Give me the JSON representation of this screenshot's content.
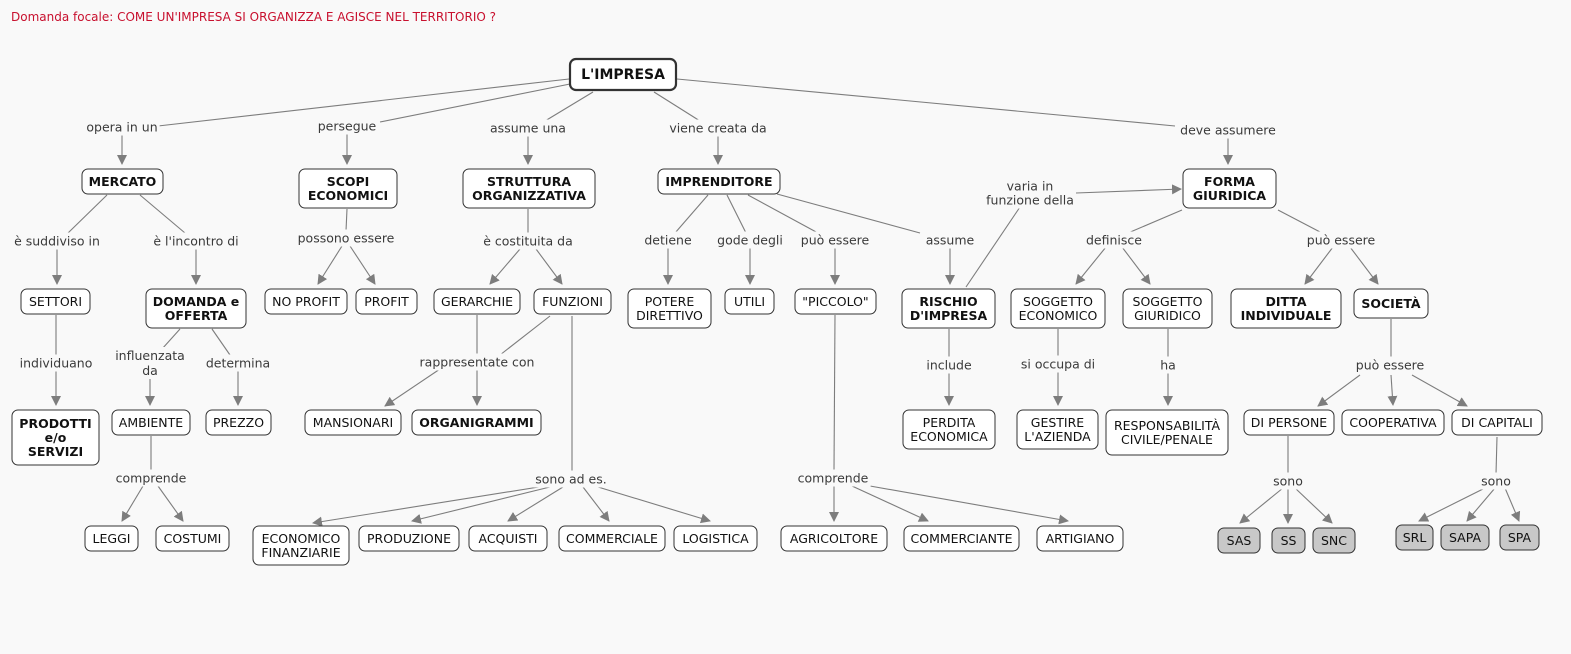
{
  "focal_question": "Domanda focale: COME UN'IMPRESA SI ORGANIZZA E AGISCE NEL TERRITORIO ?",
  "nodes": {
    "impresa": "L'IMPRESA",
    "mercato": "MERCATO",
    "scopi": "SCOPI\nECONOMICI",
    "struttura": "STRUTTURA\nORGANIZZATIVA",
    "imprenditore": "IMPRENDITORE",
    "forma": "FORMA\nGIURIDICA",
    "settori": "SETTORI",
    "domanda": "DOMANDA e\nOFFERTA",
    "noprofit": "NO PROFIT",
    "profit": "PROFIT",
    "gerarchie": "GERARCHIE",
    "funzioni": "FUNZIONI",
    "potere": "POTERE\nDIRETTIVO",
    "utili": "UTILI",
    "piccolo": "\"PICCOLO\"",
    "rischio": "RISCHIO\nD'IMPRESA",
    "soggeco": "SOGGETTO\nECONOMICO",
    "sogggiur": "SOGGETTO\nGIURIDICO",
    "ditta": "DITTA\nINDIVIDUALE",
    "societa": "SOCIETÀ",
    "prodotti": "PRODOTTI\ne/o\nSERVIZI",
    "ambiente": "AMBIENTE",
    "prezzo": "PREZZO",
    "mansionari": "MANSIONARI",
    "organigrammi": "ORGANIGRAMMI",
    "perdita": "PERDITA\nECONOMICA",
    "gestire": "GESTIRE\nL'AZIENDA",
    "responsabilita": "RESPONSABILITÀ\nCIVILE/PENALE",
    "dipersone": "DI PERSONE",
    "cooperativa": "COOPERATIVA",
    "dicapitali": "DI CAPITALI",
    "leggi": "LEGGI",
    "costumi": "COSTUMI",
    "ecofin": "ECONOMICO\nFINANZIARIE",
    "produzione": "PRODUZIONE",
    "acquisti": "ACQUISTI",
    "commerciale": "COMMERCIALE",
    "logistica": "LOGISTICA",
    "agricoltore": "AGRICOLTORE",
    "commerciante": "COMMERCIANTE",
    "artigiano": "ARTIGIANO",
    "sas": "SAS",
    "ss": "SS",
    "snc": "SNC",
    "srl": "SRL",
    "sapa": "SAPA",
    "spa": "SPA"
  },
  "links": {
    "opera": "opera in un",
    "persegue": "persegue",
    "assume_una": "assume una",
    "creata": "viene creata da",
    "deve": "deve assumere",
    "suddiviso": "è suddiviso in",
    "incontro": "è l'incontro di",
    "possono": "possono essere",
    "costituita": "è costituita da",
    "detiene": "detiene",
    "gode": "gode degli",
    "puo_imp": "può essere",
    "assume": "assume",
    "varia": "varia in\nfunzione della",
    "definisce": "definisce",
    "puo_forma": "può essere",
    "individuano": "individuano",
    "influenzata": "influenzata\nda",
    "determina": "determina",
    "rappresentate": "rappresentate con",
    "include": "include",
    "occupa": "si occupa di",
    "ha": "ha",
    "puo_soc": "può essere",
    "comprende_amb": "comprende",
    "sono_es": "sono ad es.",
    "comprende_pic": "comprende",
    "sono_pers": "sono",
    "sono_cap": "sono"
  }
}
